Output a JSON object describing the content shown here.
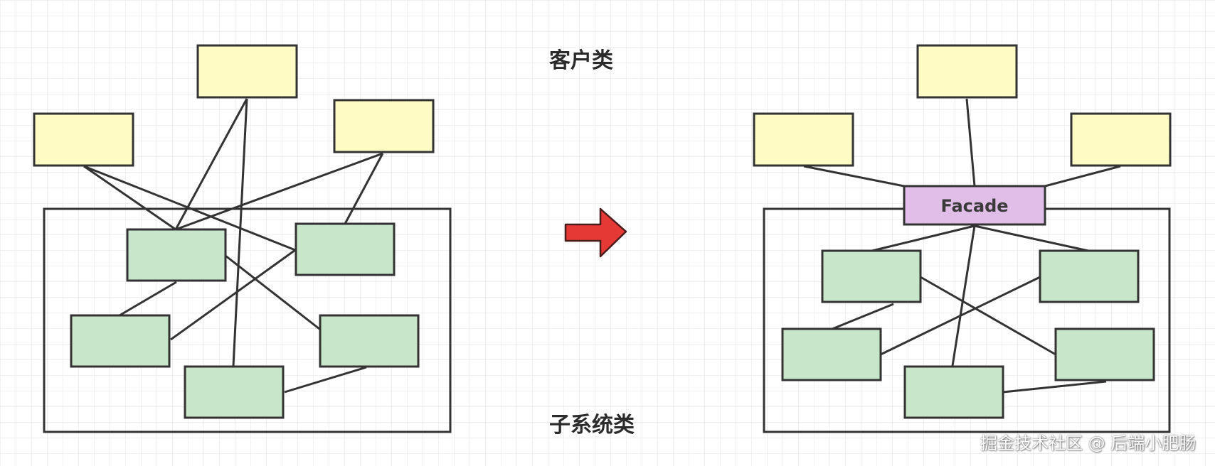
{
  "labels": {
    "client": "客户类",
    "subsystem": "子系统类",
    "facade": "Facade",
    "watermark": "掘金技术社区 @ 后端小肥肠"
  },
  "colors": {
    "client_fill": "#fffbc5",
    "subsystem_fill": "#c8e6c9",
    "facade_fill": "#e1bee7",
    "stroke": "#333333",
    "arrow_fill": "#e53935",
    "grid": "#ececec"
  },
  "icons": {
    "transform_arrow": "right-arrow-icon"
  }
}
